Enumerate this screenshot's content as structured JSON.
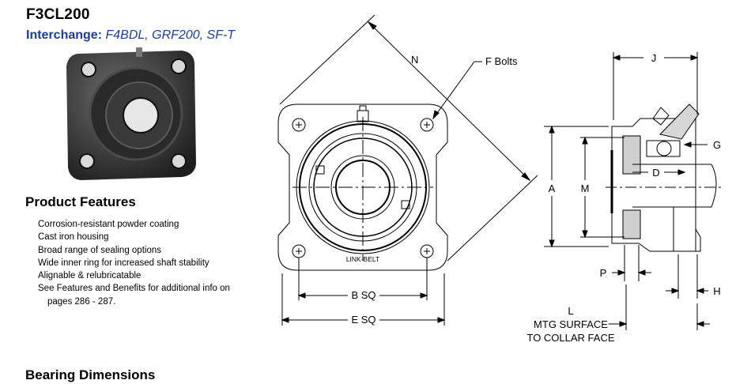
{
  "header": {
    "title": "F3CL200",
    "interchange_label": "Interchange:",
    "interchange_values": "F4BDL, GRF200, SF-T"
  },
  "features": {
    "heading": "Product Features",
    "items": [
      "Corrosion-resistant powder coating",
      "Cast iron housing",
      "Broad range of sealing options",
      "Wide inner ring for increased shaft stability",
      "Alignable & relubricatable",
      "See Features and Benefits for additional info on"
    ],
    "items_continuation": "pages 286 - 287."
  },
  "dimensions_heading": "Bearing Dimensions",
  "drawing": {
    "front_view": {
      "label_n": "N",
      "label_f_bolts": "F Bolts",
      "label_b_sq": "B SQ",
      "label_e_sq": "E SQ",
      "brand_text": "LINK-BELT"
    },
    "side_view": {
      "label_j": "J",
      "label_g": "G",
      "label_d": "D",
      "label_a": "A",
      "label_m": "M",
      "label_p": "P",
      "label_h": "H",
      "label_l": "L",
      "label_mtg_1": "MTG SURFACE",
      "label_mtg_2": "TO COLLAR FACE"
    }
  },
  "colors": {
    "heading": "#000000",
    "interchange": "#1f3f8a",
    "line": "#000000",
    "housing_photo": "#2e2e2e"
  }
}
